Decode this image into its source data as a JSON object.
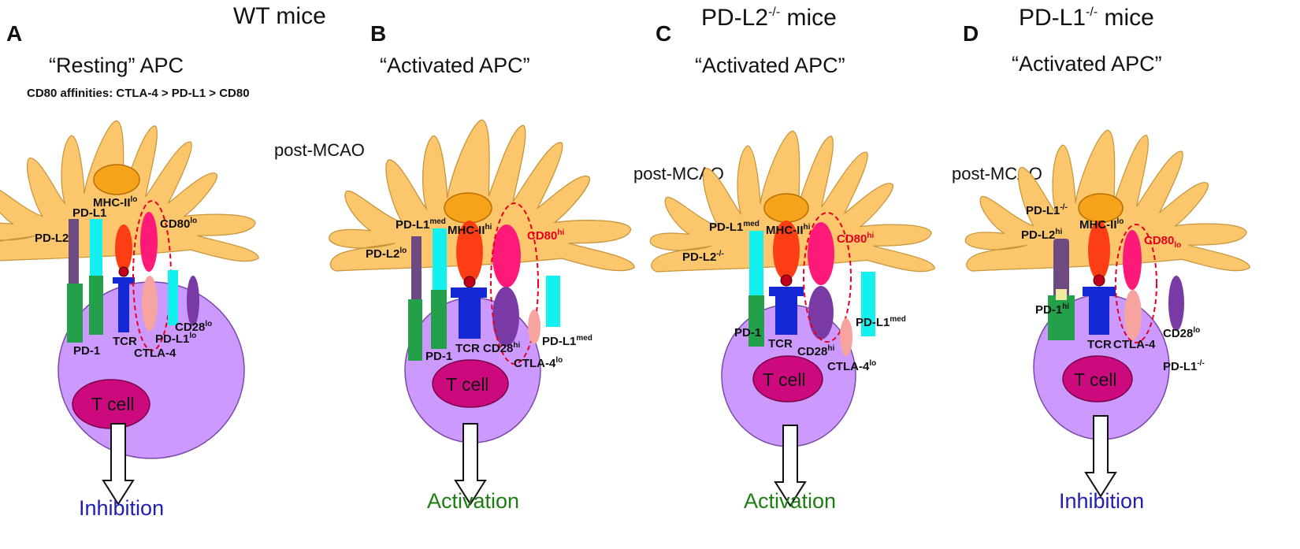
{
  "panels": [
    {
      "letter": "A",
      "mice_label": "WT mice",
      "apc_state": "“Resting” APC",
      "note": "CD80 affinities: CTLA-4 > PD-L1 > CD80",
      "post_mcao": "",
      "labels": {
        "mhc": "MHC-II",
        "mhc_sup": "lo",
        "cd80": "CD80",
        "cd80_sup": "lo",
        "pdl1_top": "PD-L1",
        "pdl1_top_sup": "",
        "pdl2": "PD-L2",
        "pdl2_sup": "",
        "pd1": "PD-1",
        "pd1_sup": "",
        "tcr": "TCR",
        "ctla4": "CTLA-4",
        "ctla4_sup": "",
        "cd28": "CD28",
        "cd28_sup": "lo",
        "pdl1_side": "PD-L1",
        "pdl1_side_sup": "lo"
      },
      "tcell": "T cell",
      "outcome": "Inhibition",
      "outcome_color": "#1f1fb4"
    },
    {
      "letter": "B",
      "mice_label": "",
      "apc_state": "“Activated APC”",
      "note": "",
      "post_mcao": "post-MCAO",
      "labels": {
        "mhc": "MHC-II",
        "mhc_sup": "hi",
        "cd80": "CD80",
        "cd80_sup": "hi",
        "pdl1_top": "PD-L1",
        "pdl1_top_sup": "med",
        "pdl2": "PD-L2",
        "pdl2_sup": "lo",
        "pd1": "PD-1",
        "pd1_sup": "",
        "tcr": "TCR",
        "ctla4": "CTLA-4",
        "ctla4_sup": "lo",
        "cd28": "CD28",
        "cd28_sup": "hi",
        "pdl1_side": "PD-L1",
        "pdl1_side_sup": "med"
      },
      "tcell": "T cell",
      "outcome": "Activation",
      "outcome_color": "#1e7d12"
    },
    {
      "letter": "C",
      "mice_label": "PD-L2",
      "mice_sup": "-/-",
      "mice_suffix": " mice",
      "apc_state": "“Activated APC”",
      "note": "",
      "post_mcao": "post-MCAO",
      "labels": {
        "mhc": "MHC-II",
        "mhc_sup": "hi",
        "cd80": "CD80",
        "cd80_sup": "hi",
        "pdl1_top": "PD-L1",
        "pdl1_top_sup": "med",
        "pdl2": "PD-L2",
        "pdl2_sup": "-/-",
        "pd1": "PD-1",
        "pd1_sup": "",
        "tcr": "TCR",
        "ctla4": "CTLA-4",
        "ctla4_sup": "lo",
        "cd28": "CD28",
        "cd28_sup": "hi",
        "pdl1_side": "PD-L1",
        "pdl1_side_sup": "med"
      },
      "tcell": "T cell",
      "outcome": "Activation",
      "outcome_color": "#1e7d12"
    },
    {
      "letter": "D",
      "mice_label": "PD-L1",
      "mice_sup": "-/-",
      "mice_suffix": " mice",
      "apc_state": "“Activated APC”",
      "note": "",
      "post_mcao": "post-MCAO",
      "labels": {
        "mhc": "MHC-II",
        "mhc_sup": "lo",
        "cd80": "CD80",
        "cd80_sup": "lo",
        "pdl1_top": "PD-L1",
        "pdl1_top_sup": "-/-",
        "pdl2": "PD-L2",
        "pdl2_sup": "hi",
        "pd1": "PD-1",
        "pd1_sup": "hi",
        "tcr": "TCR",
        "ctla4": "CTLA-4",
        "ctla4_sup": "",
        "cd28": "CD28",
        "cd28_sup": "lo",
        "pdl1_side": "PD-L1",
        "pdl1_side_sup": "-/-"
      },
      "tcell": "T cell",
      "outcome": "Inhibition",
      "outcome_color": "#1f1fb4"
    }
  ],
  "colors": {
    "apc": "#fbc66c",
    "apc_nucleus": "#f7a21b",
    "tcell_body": "#cc99ff",
    "tcell_nucleus": "#cc0a7d",
    "mhc": "#fd3d14",
    "cd80": "#ff1a7a",
    "tcr": "#1428d6",
    "cd28": "#7a3aa6",
    "ctla4": "#f7a3a0",
    "pd1": "#24a04a",
    "pdl1": "#14f0f0",
    "pdl2": "#6e4a82",
    "dashed_ellipse": "#e8001c"
  }
}
